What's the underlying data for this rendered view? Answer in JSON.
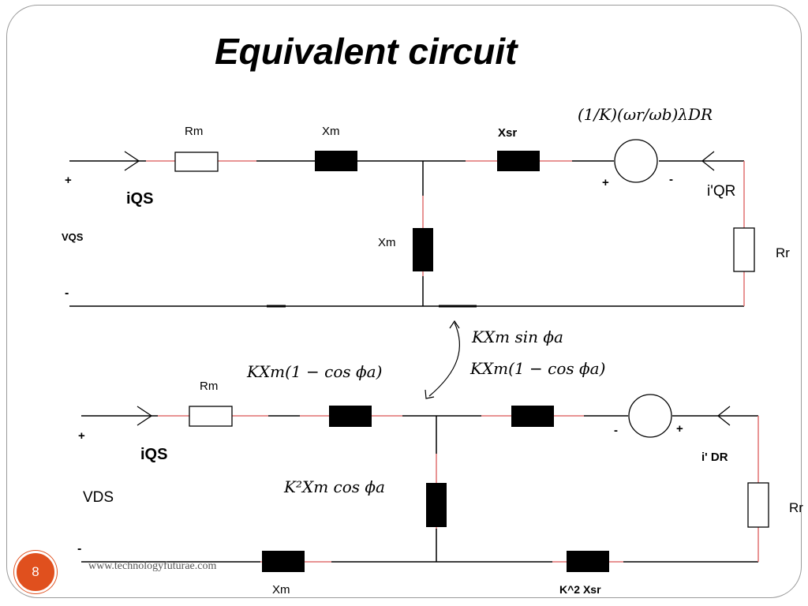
{
  "slide": {
    "title": "Equivalent circuit",
    "number": "8",
    "footer_url": "www.technologyfuturae.com"
  },
  "colors": {
    "accent": "#e0501e",
    "lead": "#e07070",
    "wire": "#000000"
  },
  "top_circuit": {
    "rm": "Rm",
    "xm_series": "Xm",
    "xsr": "Xsr",
    "source_expr": "(1/K)(ωr/ωb)λDR",
    "plus_left": "+",
    "plus_source": "+",
    "minus_source": "-",
    "iqs": "iQS",
    "iqr": "i'QR",
    "vqs": "VQS",
    "xm_shunt": "Xm",
    "rr": "Rr",
    "minus_left": "-"
  },
  "coupling": {
    "kxm_sin": "KXm sin ϕa"
  },
  "bottom_circuit": {
    "kxm_cos_left": "KXm(1 − cos ϕa)",
    "kxm_cos_right": "KXm(1 − cos ϕa)",
    "rm": "Rm",
    "plus_left": "+",
    "minus_source": "-",
    "plus_source": "+",
    "iqs": "iQS",
    "idr": "i' DR",
    "vds": "VDS",
    "k2_xm": "K²Xm  cos ϕa",
    "rr": "Rr",
    "minus_left": "-",
    "xm_bottom": "Xm",
    "k2_xsr": "K^2 Xsr"
  }
}
